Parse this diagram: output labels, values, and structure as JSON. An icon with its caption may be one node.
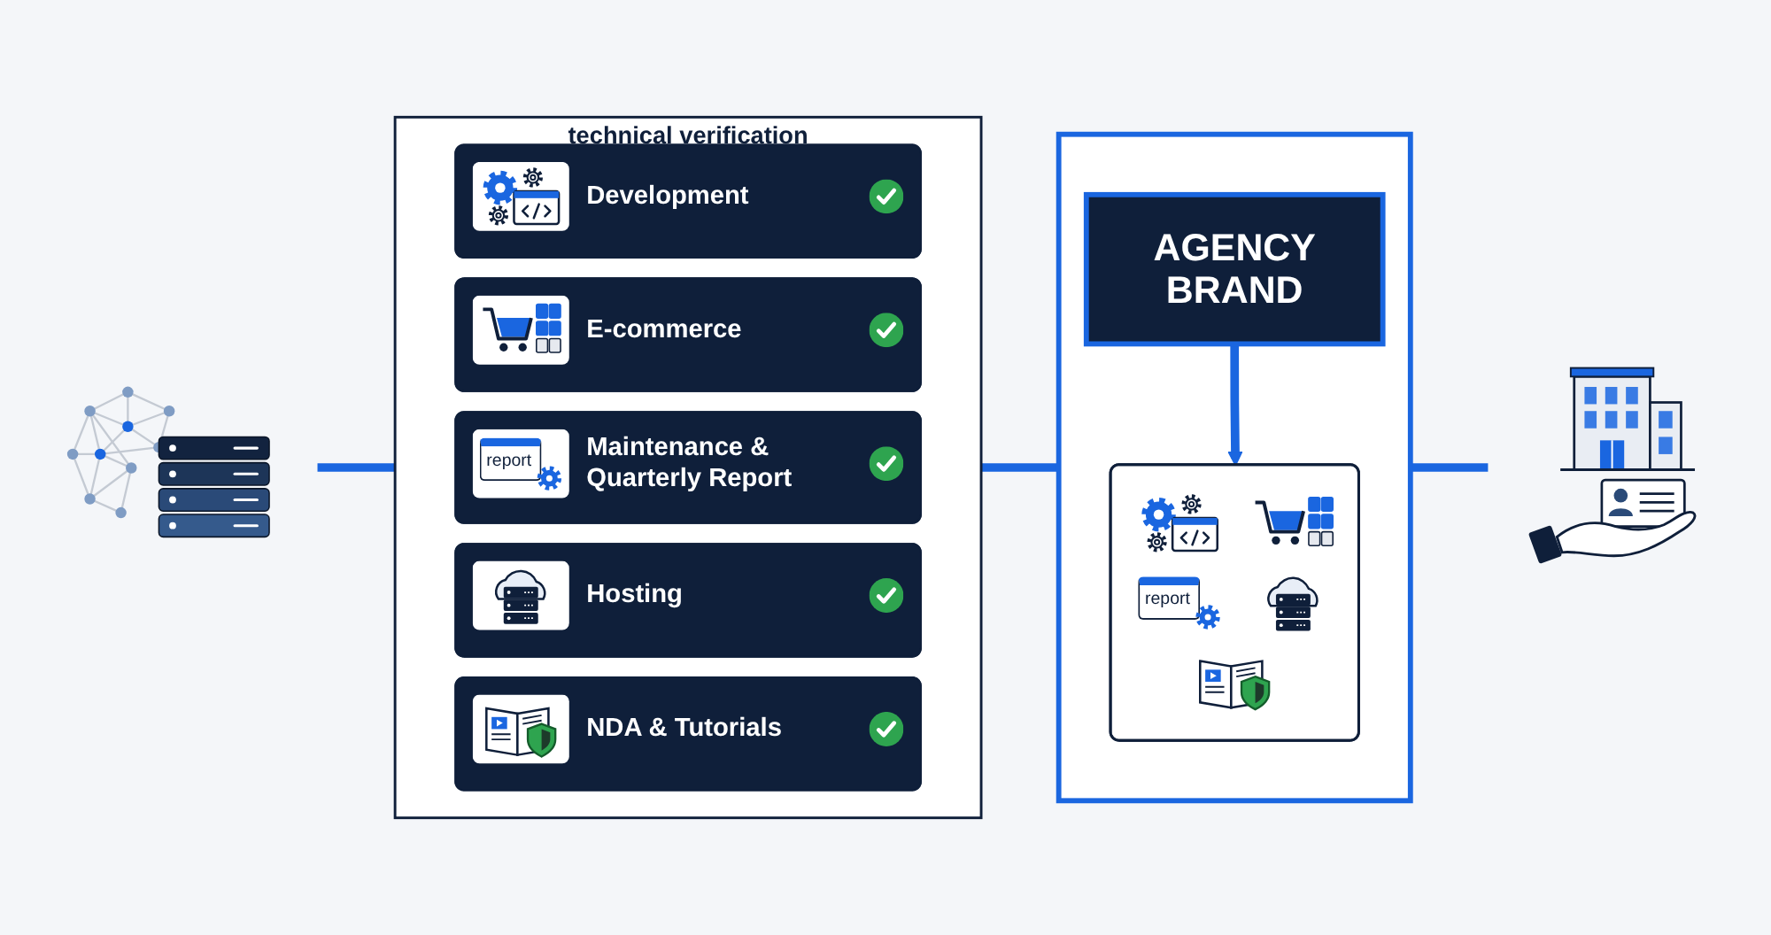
{
  "diagram": {
    "nodes": [
      {
        "text": [],
        "shape": "picture"
      },
      {
        "text": [
          "technical verification"
        ]
      },
      {
        "text": [
          "Development"
        ],
        "in": 1
      },
      {
        "text": [
          "E-commerce"
        ],
        "in": 1
      },
      {
        "text": [
          "report",
          "Maintenance & Quarterly Report"
        ],
        "in": 1
      },
      {
        "text": [
          "Hosting"
        ],
        "in": 1
      },
      {
        "text": [
          "NDA & Tutorials"
        ],
        "in": 1
      },
      {
        "text": [],
        "shape": "box"
      },
      {
        "text": [
          "AGENCY BRAND"
        ],
        "in": 7
      },
      {
        "text": [
          "report"
        ],
        "in": 7
      },
      {
        "text": [],
        "shape": "picture"
      }
    ],
    "edges": [
      {
        "from": 0,
        "to": 1,
        "arrow": "none"
      },
      {
        "from": 1,
        "to": 7,
        "arrow": "none"
      },
      {
        "from": 8,
        "to": 9,
        "arrow": "to"
      },
      {
        "from": 7,
        "to": 10,
        "arrow": "none"
      }
    ]
  }
}
